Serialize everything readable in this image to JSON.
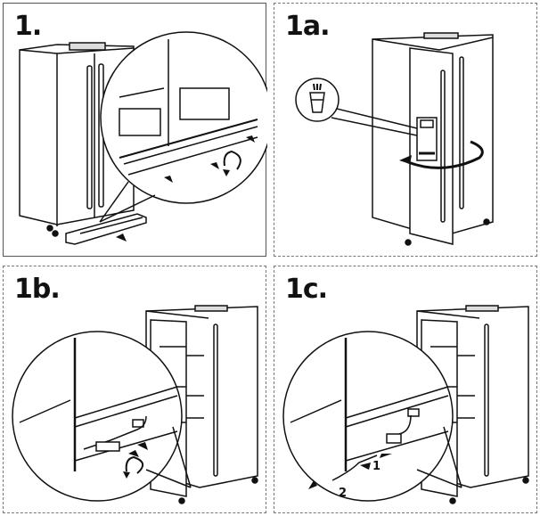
{
  "panels": [
    {
      "id": "step-1",
      "label": "1.",
      "border": "solid",
      "description": "Remove toe grille from bottom of side-by-side refrigerator"
    },
    {
      "id": "step-1a",
      "label": "1a.",
      "border": "dashed",
      "description": "Open freezer door with water/ice dispenser"
    },
    {
      "id": "step-1b",
      "label": "1b.",
      "border": "dashed",
      "description": "Unscrew water line connector clamps"
    },
    {
      "id": "step-1c",
      "label": "1c.",
      "border": "dashed",
      "description": "Disconnect water line fitting"
    }
  ],
  "callouts": {
    "step_1c_arrow_1": "1",
    "step_1c_arrow_2": "2"
  },
  "icons": {
    "dispenser_icon": "water-glass-icon"
  },
  "colors": {
    "line": "#111111",
    "background": "#ffffff",
    "border": "#555555"
  }
}
